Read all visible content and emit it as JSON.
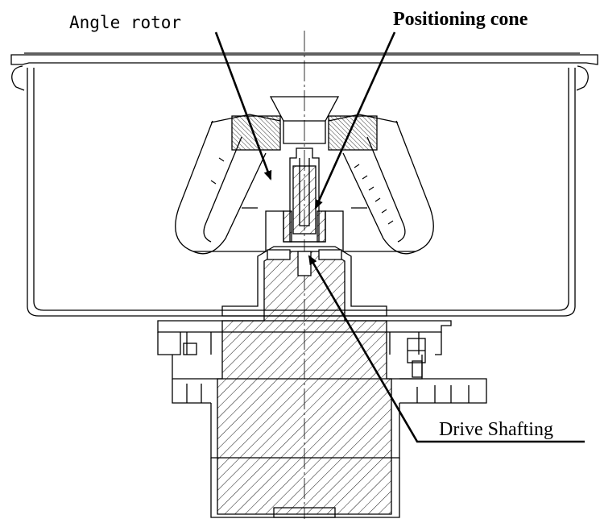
{
  "labels": {
    "angle_rotor": "Angle rotor",
    "positioning_cone": "Positioning cone",
    "drive_shafting": "Drive Shafting"
  },
  "colors": {
    "line": "#000000",
    "background": "#ffffff"
  }
}
